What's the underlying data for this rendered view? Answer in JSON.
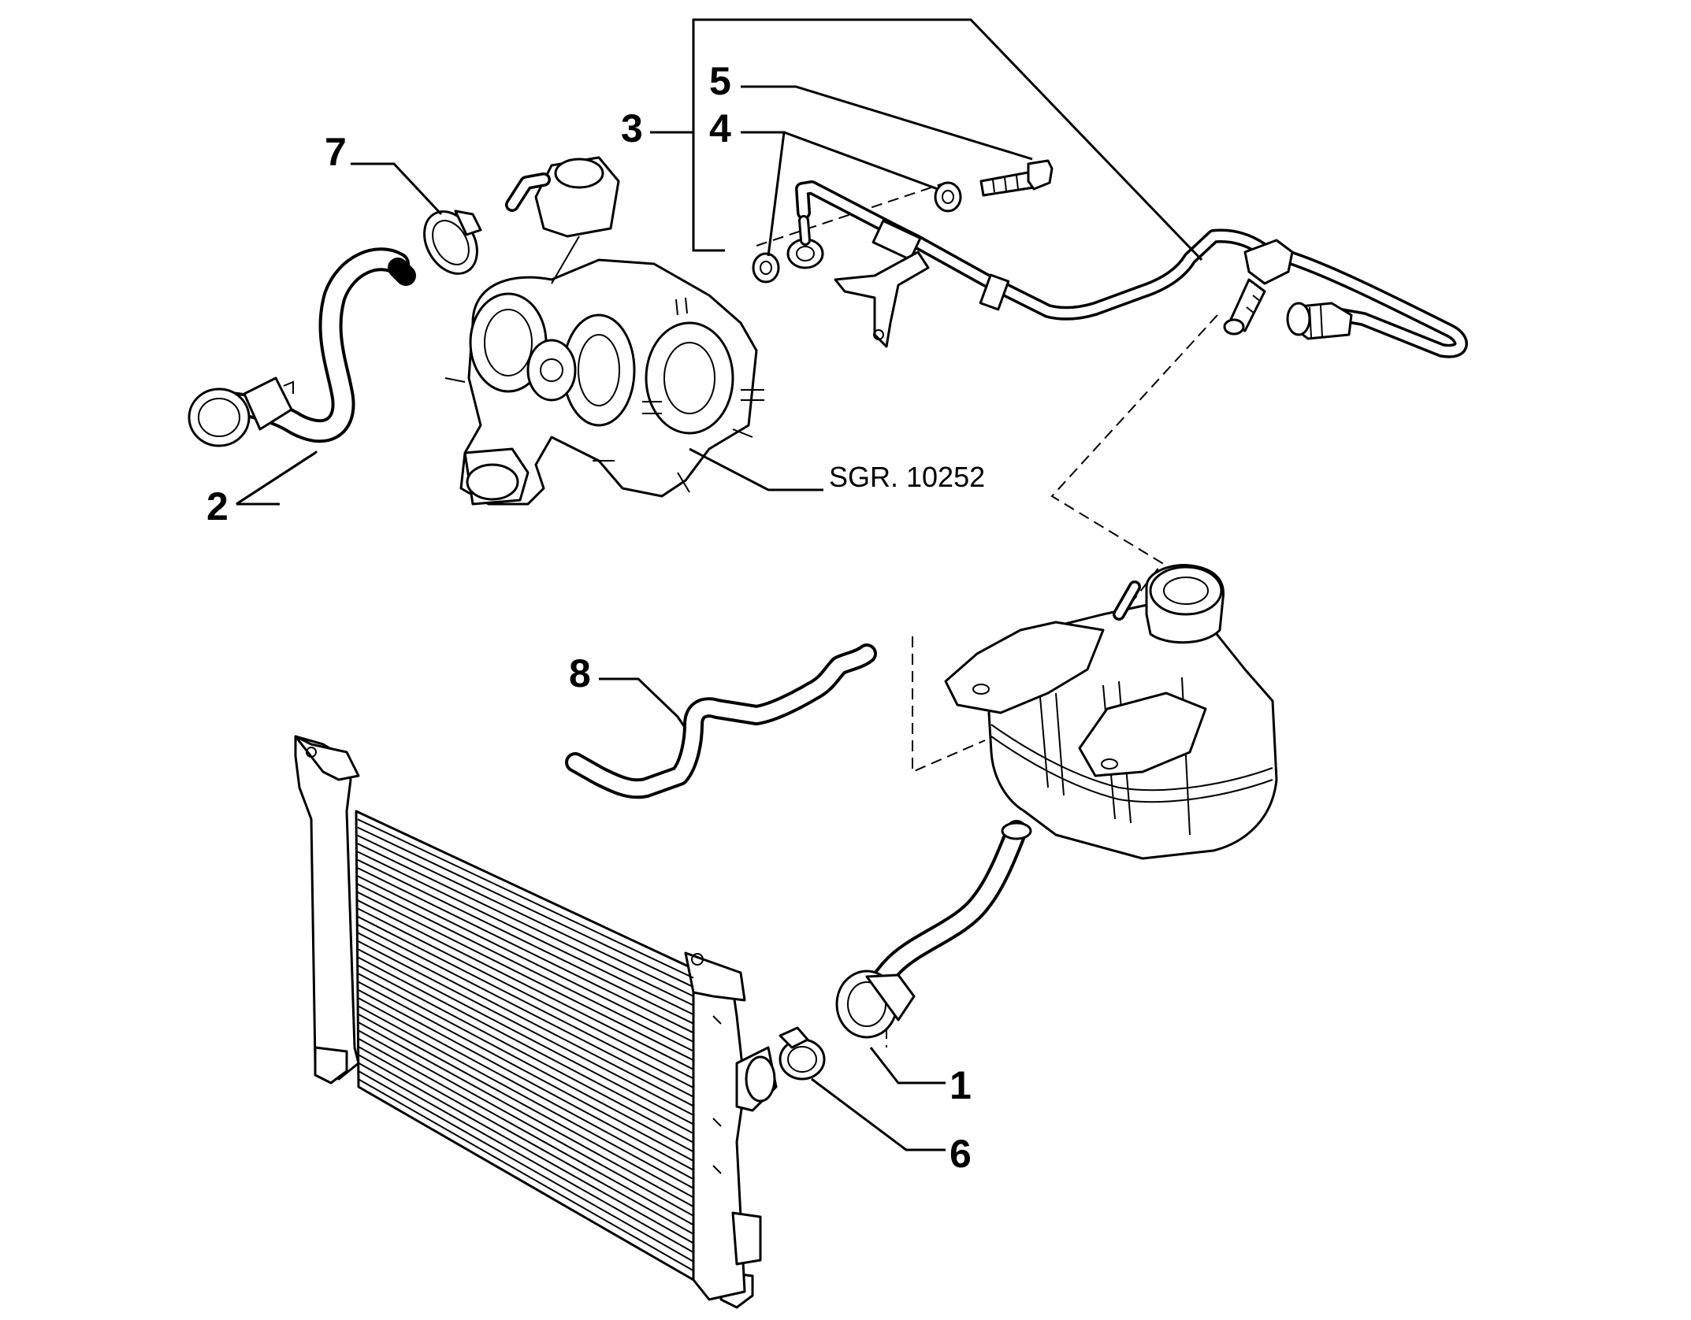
{
  "callouts": {
    "c1": "1",
    "c2": "2",
    "c3": "3",
    "c4": "4",
    "c5": "5",
    "c6": "6",
    "c7": "7",
    "c8": "8"
  },
  "reference": "SGR. 10252"
}
